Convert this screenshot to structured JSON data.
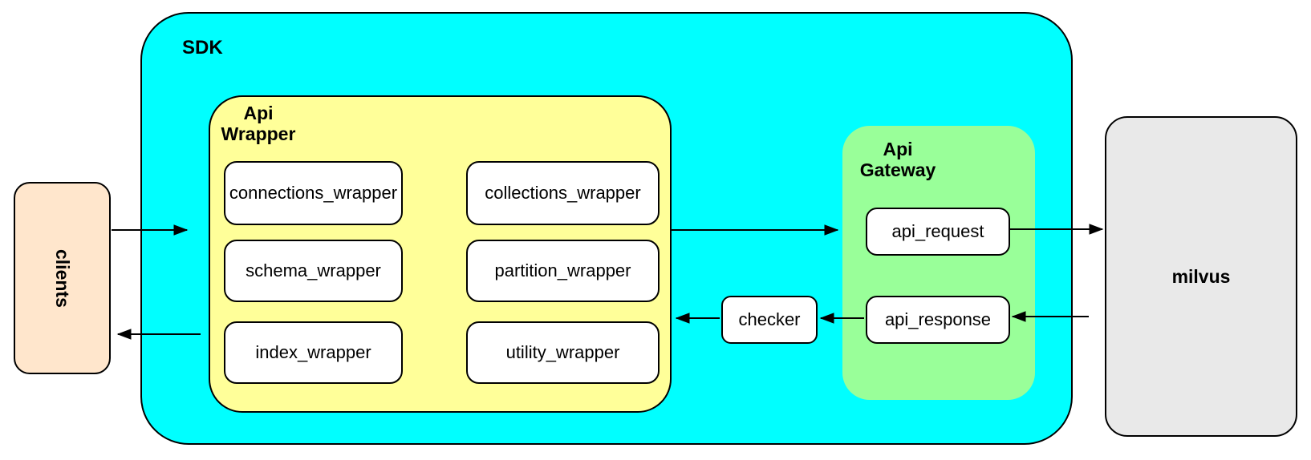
{
  "diagram": {
    "clients": {
      "label": "clients",
      "fill": "#FFE6CC"
    },
    "sdk": {
      "label": "SDK",
      "fill": "#00FFFF",
      "api_wrapper": {
        "label": "Api\nWrapper",
        "fill": "#FFFF99",
        "boxes": [
          {
            "label": "connections_wrapper"
          },
          {
            "label": "collections_wrapper"
          },
          {
            "label": "schema_wrapper"
          },
          {
            "label": "partition_wrapper"
          },
          {
            "label": "index_wrapper"
          },
          {
            "label": "utility_wrapper"
          }
        ]
      },
      "checker": {
        "label": "checker",
        "fill": "#FFFFFF"
      },
      "api_gateway": {
        "label": "Api\nGateway",
        "fill": "#99FF99",
        "boxes": [
          {
            "label": "api_request"
          },
          {
            "label": "api_response"
          }
        ]
      }
    },
    "milvus": {
      "label": "milvus",
      "fill": "#E9E9E9"
    },
    "arrow_color": "#000000",
    "connections": [
      {
        "from": "clients",
        "to": "sdk"
      },
      {
        "from": "api_wrapper",
        "to": "api_request"
      },
      {
        "from": "api_request",
        "to": "milvus"
      },
      {
        "from": "milvus",
        "to": "api_response"
      },
      {
        "from": "api_response",
        "to": "checker"
      },
      {
        "from": "checker",
        "to": "api_wrapper"
      },
      {
        "from": "api_wrapper",
        "to": "clients"
      }
    ]
  }
}
